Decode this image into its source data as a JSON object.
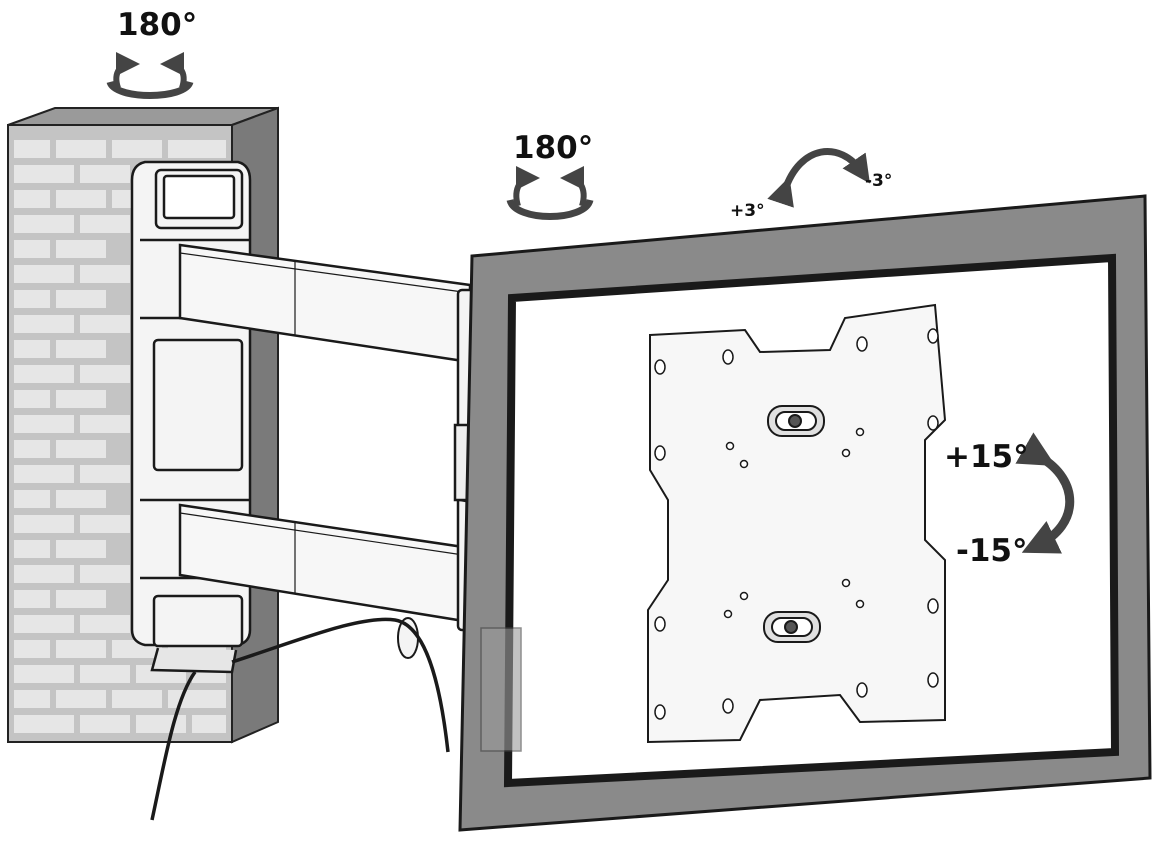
{
  "labels": {
    "wall_swivel": "180°",
    "arm_swivel": "180°",
    "level_plus": "+3°",
    "level_minus": "-3°",
    "tilt_plus": "+15°",
    "tilt_minus": "-15°"
  },
  "colors": {
    "tv_frame": "#8a8a8a",
    "wall": "#c4c4c4",
    "line": "#1a1a1a",
    "arrow": "#444444"
  }
}
